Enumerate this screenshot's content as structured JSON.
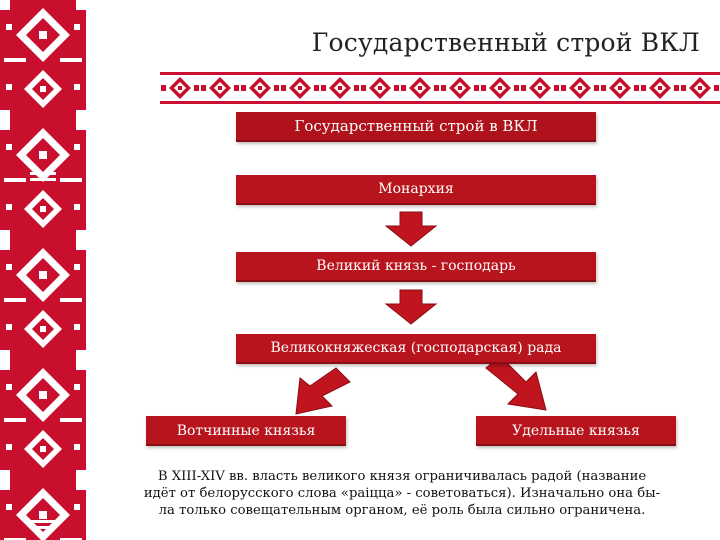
{
  "title": "Государственный строй ВКЛ",
  "diagram": {
    "root": "Государственный строй в ВКЛ",
    "level1": "Монархия",
    "level2": "Великий князь - господарь",
    "level3": "Великокняжеская (господарская) рада",
    "branch_left": "Вотчинные князья",
    "branch_right": "Удельные князья"
  },
  "note": {
    "line1": "В XIII-XIV вв. власть великого князя ограничивалась радой (название",
    "line2": "идёт от белорусского слова «раіцца» - советоваться). Изначально она бы-",
    "line3": "ла только совещательным органом, её роль была сильно ограничена."
  },
  "colors": {
    "accent": "#b8141d",
    "ornament": "#c8102e",
    "background": "#ffffff"
  }
}
